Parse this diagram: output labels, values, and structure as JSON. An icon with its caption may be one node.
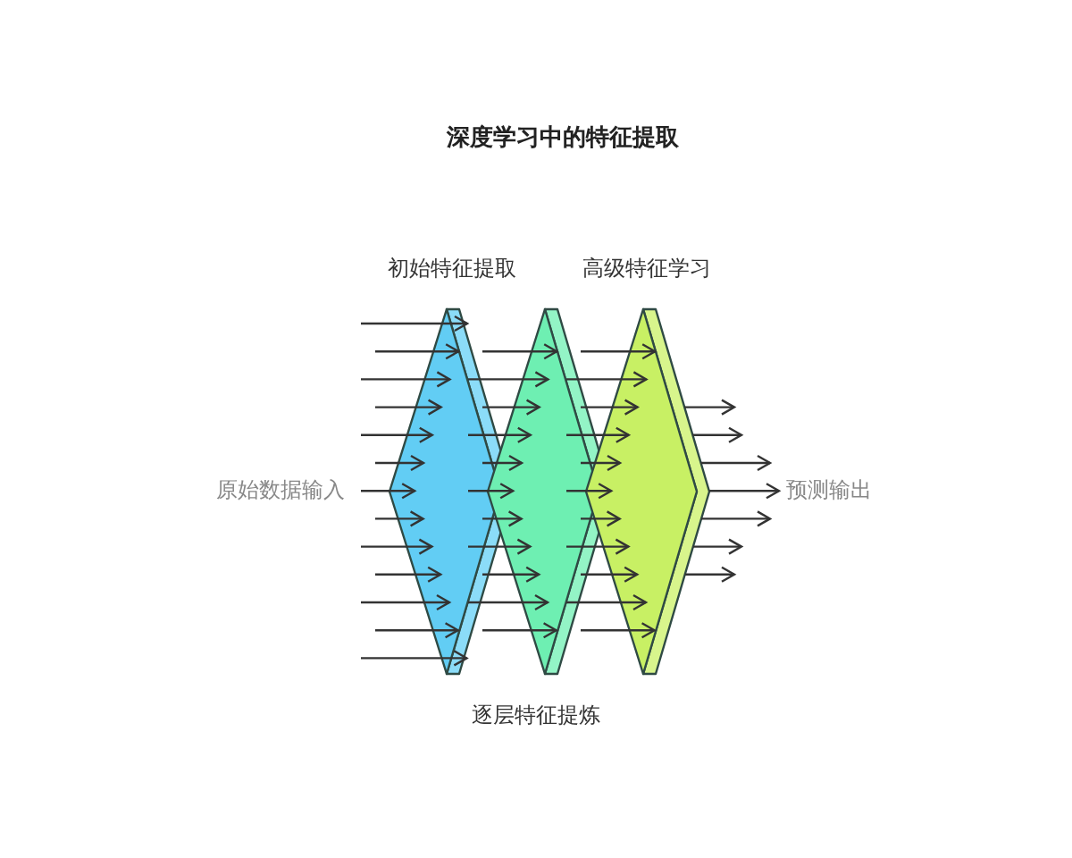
{
  "diagram": {
    "title": "深度学习中的特征提取",
    "nodes": [
      {
        "text": [],
        "shape": "diamond"
      },
      {
        "text": [],
        "shape": "diamond"
      },
      {
        "text": [],
        "shape": "diamond"
      },
      {
        "text": [
          "预测输出"
        ]
      }
    ],
    "edges": [
      {
        "from": null,
        "to": 0,
        "arrow": "to"
      },
      {
        "from": null,
        "to": 0,
        "arrow": "to"
      },
      {
        "from": null,
        "to": 0,
        "arrow": "to"
      },
      {
        "from": null,
        "to": 0,
        "arrow": "to"
      },
      {
        "from": null,
        "to": 0,
        "arrow": "to"
      },
      {
        "from": null,
        "to": 0,
        "arrow": "to"
      },
      {
        "from": null,
        "to": 0,
        "arrow": "to"
      },
      {
        "from": null,
        "to": 0,
        "arrow": "to"
      },
      {
        "from": null,
        "to": 0,
        "arrow": "to"
      },
      {
        "from": null,
        "to": 0,
        "arrow": "to"
      },
      {
        "from": null,
        "to": 0,
        "arrow": "to"
      },
      {
        "from": null,
        "to": 0,
        "arrow": "to"
      },
      {
        "from": null,
        "to": 0,
        "arrow": "to"
      },
      {
        "from": 0,
        "to": 1,
        "arrow": "to"
      },
      {
        "from": 0,
        "to": 1,
        "arrow": "to"
      },
      {
        "from": 0,
        "to": 1,
        "arrow": "to"
      },
      {
        "from": 0,
        "to": 1,
        "arrow": "to"
      },
      {
        "from": 0,
        "to": 1,
        "arrow": "to"
      },
      {
        "from": 0,
        "to": 1,
        "arrow": "to"
      },
      {
        "from": 0,
        "to": 1,
        "arrow": "to"
      },
      {
        "from": 0,
        "to": 1,
        "arrow": "to"
      },
      {
        "from": 0,
        "to": 1,
        "arrow": "to"
      },
      {
        "from": 0,
        "to": 1,
        "arrow": "to"
      },
      {
        "from": 0,
        "to": 1,
        "arrow": "to"
      },
      {
        "from": 1,
        "to": 2,
        "arrow": "to"
      },
      {
        "from": 1,
        "to": 2,
        "arrow": "to"
      },
      {
        "from": 1,
        "to": 2,
        "arrow": "to"
      },
      {
        "from": 1,
        "to": 2,
        "arrow": "to"
      },
      {
        "from": 1,
        "to": 2,
        "arrow": "to"
      },
      {
        "from": 1,
        "to": 2,
        "arrow": "to"
      },
      {
        "from": 1,
        "to": 2,
        "arrow": "to"
      },
      {
        "from": 1,
        "to": 2,
        "arrow": "to"
      },
      {
        "from": 1,
        "to": 2,
        "arrow": "to"
      },
      {
        "from": 1,
        "to": 2,
        "arrow": "to"
      },
      {
        "from": 1,
        "to": 2,
        "arrow": "to"
      },
      {
        "from": 2,
        "to": null,
        "arrow": "to"
      },
      {
        "from": 2,
        "to": null,
        "arrow": "to"
      },
      {
        "from": 2,
        "to": 3,
        "arrow": "to"
      },
      {
        "from": 2,
        "to": 3,
        "arrow": "to"
      },
      {
        "from": 2,
        "to": 3,
        "arrow": "to"
      },
      {
        "from": 2,
        "to": null,
        "arrow": "to"
      },
      {
        "from": 2,
        "to": null,
        "arrow": "to"
      }
    ],
    "labels": [
      "初始特征提取",
      "高级特征学习",
      "原始数据输入",
      "逐层特征提炼"
    ]
  }
}
